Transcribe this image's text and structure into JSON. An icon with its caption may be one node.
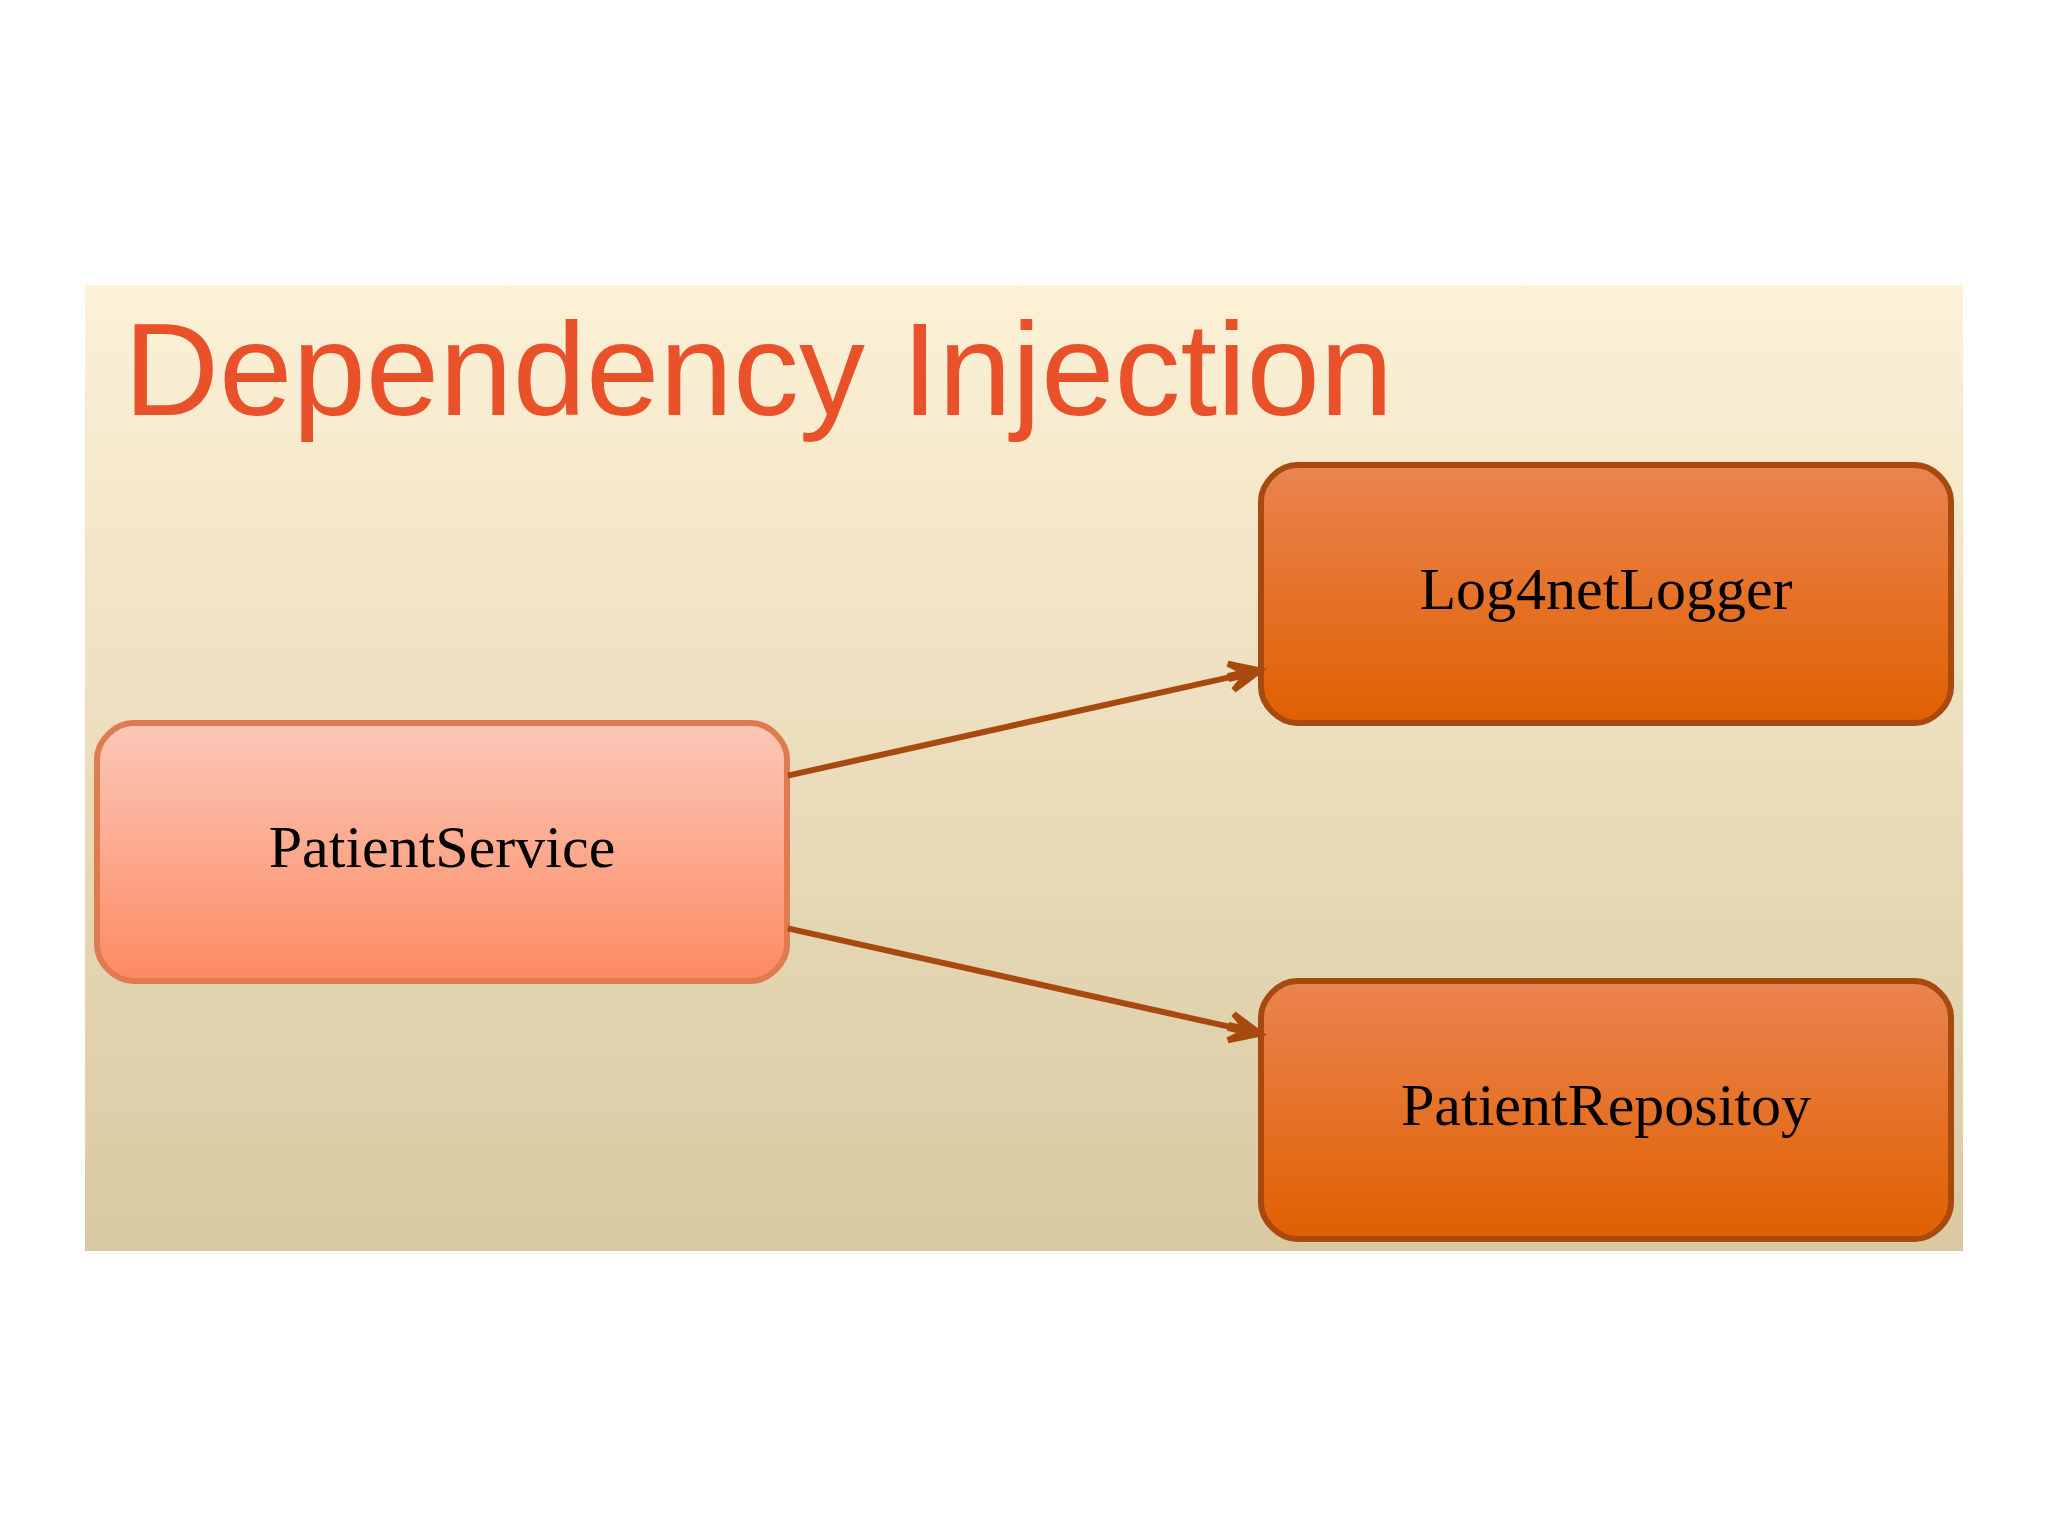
{
  "diagram": {
    "title": "Dependency Injection",
    "nodes": [
      {
        "text": [
          "PatientService"
        ]
      },
      {
        "text": [
          "Log4netLogger"
        ]
      },
      {
        "text": [
          "PatientRepositoy"
        ]
      }
    ],
    "edges": [
      {
        "from": 0,
        "to": 1,
        "arrow": "to"
      },
      {
        "from": 0,
        "to": 2,
        "arrow": "to"
      }
    ]
  }
}
